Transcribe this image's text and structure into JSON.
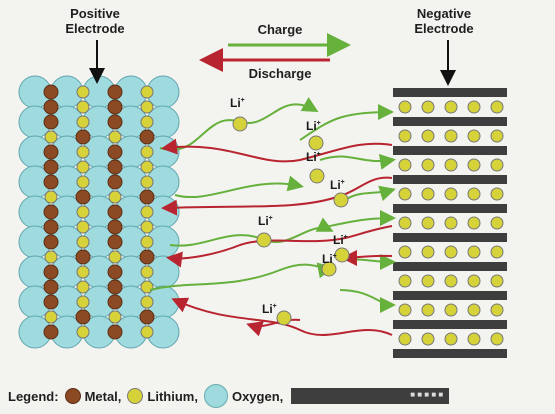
{
  "labels": {
    "positive_electrode": "Positive\nElectrode",
    "negative_electrode": "Negative\nElectrode",
    "charge": "Charge",
    "discharge": "Discharge"
  },
  "ion_label": "Li",
  "ion_charge": "+",
  "legend": {
    "prefix": "Legend:",
    "metal": "Metal,",
    "lithium": "Lithium,",
    "oxygen": "Oxygen,"
  },
  "colors": {
    "oxygen": "#9fdadf",
    "metal": "#8b4a24",
    "lithium": "#d6d23a",
    "graphite": "#3e3e3e",
    "charge_arrow": "#66b03c",
    "discharge_arrow": "#b8242f"
  }
}
